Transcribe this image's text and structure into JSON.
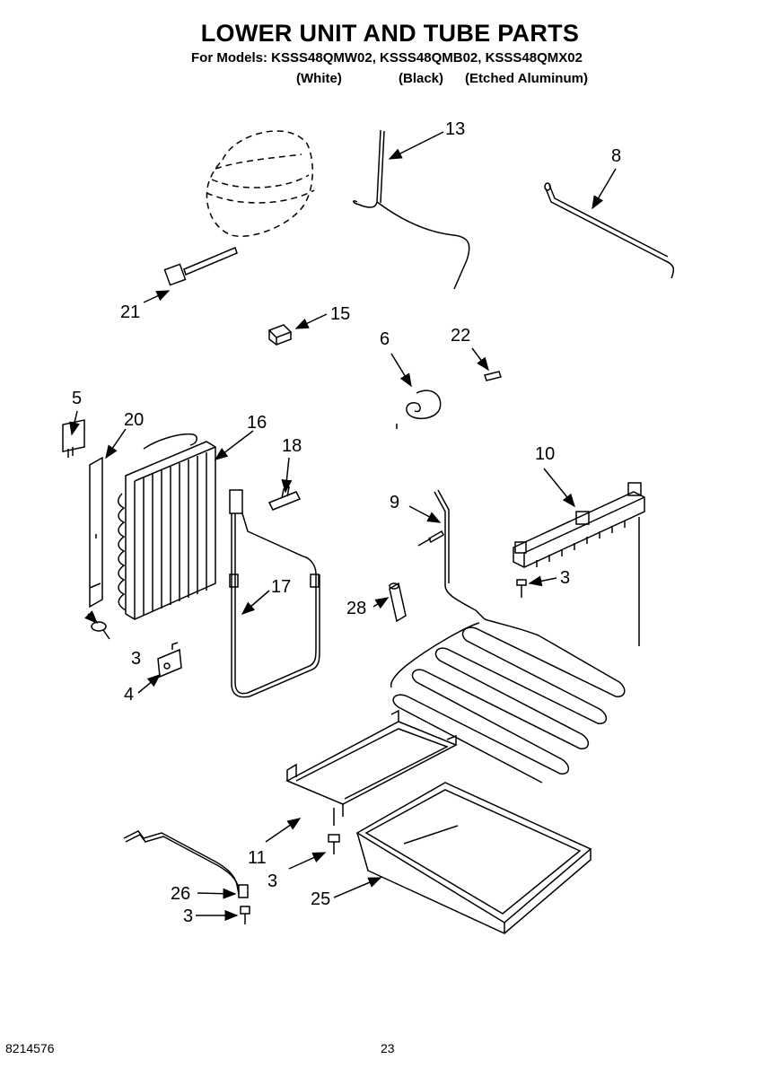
{
  "header": {
    "title": "LOWER UNIT AND TUBE PARTS",
    "models_line": "For Models: KSSS48QMW02, KSSS48QMB02, KSSS48QMX02",
    "variants": [
      "(White)",
      "(Black)",
      "(Etched Aluminum)"
    ]
  },
  "callouts": {
    "c13": "13",
    "c8": "8",
    "c21": "21",
    "c15": "15",
    "c6": "6",
    "c22": "22",
    "c5": "5",
    "c20": "20",
    "c16": "16",
    "c18": "18",
    "c10": "10",
    "c9": "9",
    "c3a": "3",
    "c17": "17",
    "c28": "28",
    "c3b": "3",
    "c4": "4",
    "c11": "11",
    "c3c": "3",
    "c26": "26",
    "c25": "25",
    "c3d": "3"
  },
  "footer": {
    "doc_number": "8214576",
    "page_number": "23"
  }
}
